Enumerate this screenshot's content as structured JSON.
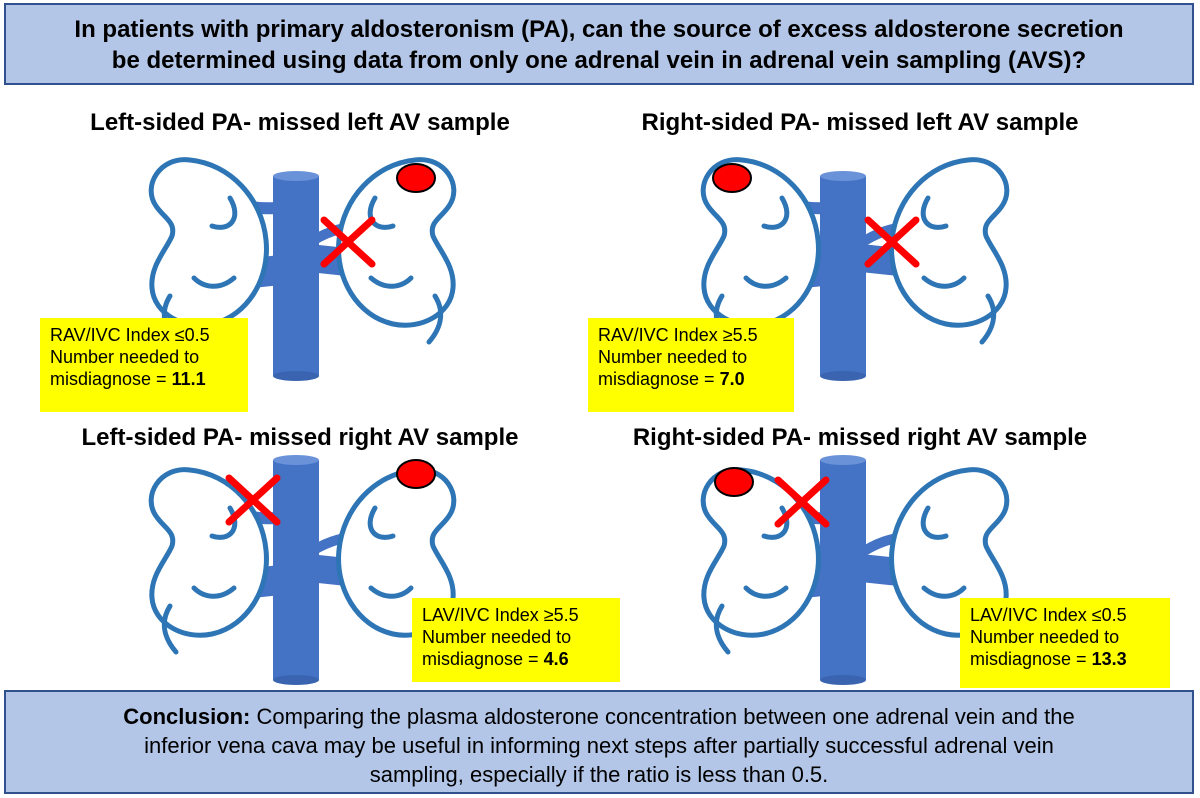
{
  "header": {
    "question_line1": "In patients with primary aldosteronism (PA), can the source of excess aldosterone secretion",
    "question_line2": "be determined using data from only one adrenal vein in adrenal vein sampling (AVS)?"
  },
  "panels": [
    {
      "title": "Left-sided PA- missed left AV sample",
      "box": {
        "line1": "RAV/IVC Index ≤0.5",
        "line2": "Number needed to",
        "line3_prefix": "misdiagnose  = ",
        "value": "11.1"
      }
    },
    {
      "title": "Right-sided PA- missed left AV sample",
      "box": {
        "line1": "RAV/IVC Index ≥5.5",
        "line2": "Number needed to",
        "line3_prefix": "misdiagnose = ",
        "value": "7.0"
      }
    },
    {
      "title": "Left-sided PA- missed right AV sample",
      "box": {
        "line1": "LAV/IVC Index ≥5.5",
        "line2": "Number needed to",
        "line3_prefix": "misdiagnose = ",
        "value": "4.6"
      }
    },
    {
      "title": "Right-sided PA- missed right AV sample",
      "box": {
        "line1": "LAV/IVC Index  ≤0.5",
        "line2": "Number needed to",
        "line3_prefix": "misdiagnose = ",
        "value": "13.3"
      }
    }
  ],
  "conclusion": {
    "label": "Conclusion:",
    "line1": " Comparing the plasma aldosterone concentration between one adrenal vein and the",
    "line2": "inferior vena cava may be useful in informing next steps after partially successful adrenal vein",
    "line3": "sampling, especially if the ratio is less than 0.5."
  },
  "colors": {
    "banner_fill": "#b3c6e7",
    "banner_border": "#2f528f",
    "vessel": "#4472c4",
    "kidney_outline": "#2e75b6",
    "tumor": "#ff0000",
    "cross": "#ff0000",
    "box_fill": "#ffff00"
  }
}
